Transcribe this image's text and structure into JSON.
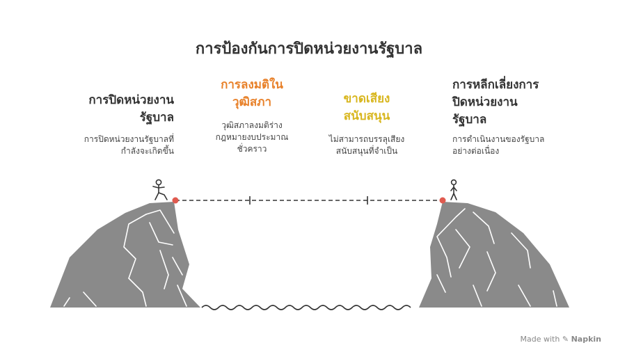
{
  "title": "การป้องกันการปิดหน่วยงานรัฐบาล",
  "sections": [
    {
      "heading": "การปิดหน่วยงานรัฐบาล",
      "heading_lines": [
        "การปิดหน่วยงาน",
        "รัฐบาล"
      ],
      "description_lines": [
        "การปิดหน่วยงานรัฐบาลที่",
        "กำลังจะเกิดขึ้น"
      ],
      "color": "#333333"
    },
    {
      "heading": "การลงมติในวุฒิสภา",
      "heading_lines": [
        "การลงมติใน",
        "วุฒิสภา"
      ],
      "description_lines": [
        "วุฒิสภาลงมติร่าง",
        "กฎหมายงบประมาณ",
        "ชั่วคราว"
      ],
      "color": "#e8812a"
    },
    {
      "heading": "ขาดเสียงสนับสนุน",
      "heading_lines": [
        "ขาดเสียง",
        "สนับสนุน"
      ],
      "description_lines": [
        "ไม่สามารถบรรลุเสียง",
        "สนับสนุนที่จำเป็น"
      ],
      "color": "#d8b61e"
    },
    {
      "heading": "การหลีกเลี่ยงการปิดหน่วยงานรัฐบาล",
      "heading_lines": [
        "การหลีกเลี่ยงการ",
        "ปิดหน่วยงาน",
        "รัฐบาล"
      ],
      "description_lines": [
        "การดำเนินงานของรัฐบาล",
        "อย่างต่อเนื่อง"
      ],
      "color": "#333333"
    }
  ],
  "footer": {
    "made_with": "Made with",
    "brand": "Napkin"
  },
  "colors": {
    "cliff": "#8a8a8a",
    "line": "#333333",
    "accent_dot": "#e05a4f"
  }
}
